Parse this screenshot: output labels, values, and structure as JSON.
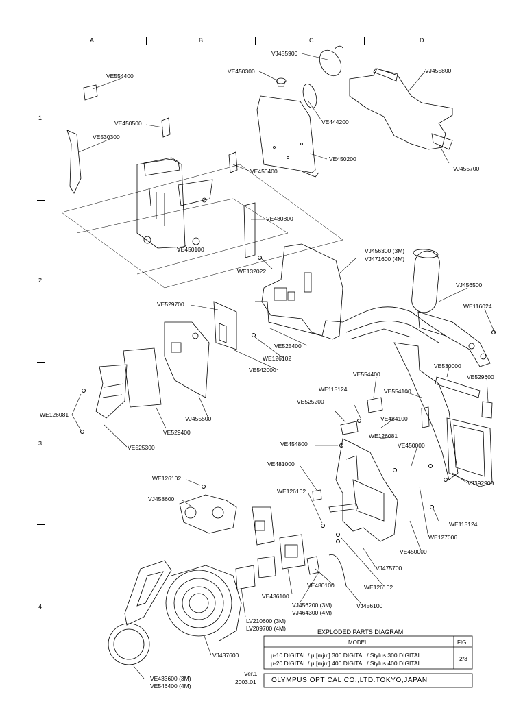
{
  "grid": {
    "columns": [
      "A",
      "B",
      "C",
      "D"
    ],
    "rows": [
      "1",
      "2",
      "3",
      "4"
    ]
  },
  "labels": {
    "VJ455900": "VJ455900",
    "VE450300": "VE450300",
    "VJ455800": "VJ455800",
    "VE554400": "VE554400",
    "VE444200": "VE444200",
    "VE450500": "VE450500",
    "VE530300": "VE530300",
    "VE450400": "VE450400",
    "VE450200": "VE450200",
    "VJ455700": "VJ455700",
    "VE480800": "VE480800",
    "VE450100": "VE450100",
    "VJ456300": "VJ456300 (3M)",
    "VJ471600": "VJ471600 (4M)",
    "WE132022": "WE132022",
    "VE529700": "VE529700",
    "VJ456500": "VJ456500",
    "WE116024": "WE116024",
    "VE525400": "VE525400",
    "WE126102_a": "WE126102",
    "VE542000": "VE542000",
    "VE554400_b": "VE554400",
    "VE530000": "VE530000",
    "VE529600": "VE529600",
    "WE115124_a": "WE115124",
    "VE554100": "VE554100",
    "VE525200": "VE525200",
    "VE484100": "VE484100",
    "WE126081_a": "WE126081",
    "VJ455500": "VJ455500",
    "VE529400": "VE529400",
    "WE126081_b": "WE126081",
    "VE525300": "VE525300",
    "VE454800": "VE454800",
    "VE450000_a": "VE450000",
    "VE481000": "VE481000",
    "WE126102_b": "WE126102",
    "VJ458600": "VJ458600",
    "WE126102_c": "WE126102",
    "VJ392900": "VJ392900",
    "WE115124_b": "WE115124",
    "WE127006": "WE127006",
    "VE450000_b": "VE450000",
    "VJ475700": "VJ475700",
    "VE480100": "VE480100",
    "WE126102_d": "WE126102",
    "VE436100": "VE436100",
    "VJ456200": "VJ456200 (3M)",
    "VJ464300": "VJ464300 (4M)",
    "VJ456100": "VJ456100",
    "LV210600": "LV210600 (3M)",
    "LV209700": "LV209700 (4M)",
    "VJ437600": "VJ437600",
    "VE433600": "VE433600 (3M)",
    "VE546400": "VE546400 (4M)"
  },
  "title_block": {
    "heading": "EXPLODED PARTS DIAGRAM",
    "model_header": "MODEL",
    "fig_header": "FIG.",
    "model_line1": "µ-10 DIGITAL / µ [mju:] 300 DIGITAL / Stylus 300 DIGITAL",
    "model_line2": "µ-20 DIGITAL / µ [mju:] 400 DIGITAL / Stylus 400 DIGITAL",
    "fig_value": "2/3",
    "version": "Ver.1",
    "date": "2003.01",
    "company": "OLYMPUS OPTICAL CO,,LTD.TOKYO,JAPAN"
  }
}
